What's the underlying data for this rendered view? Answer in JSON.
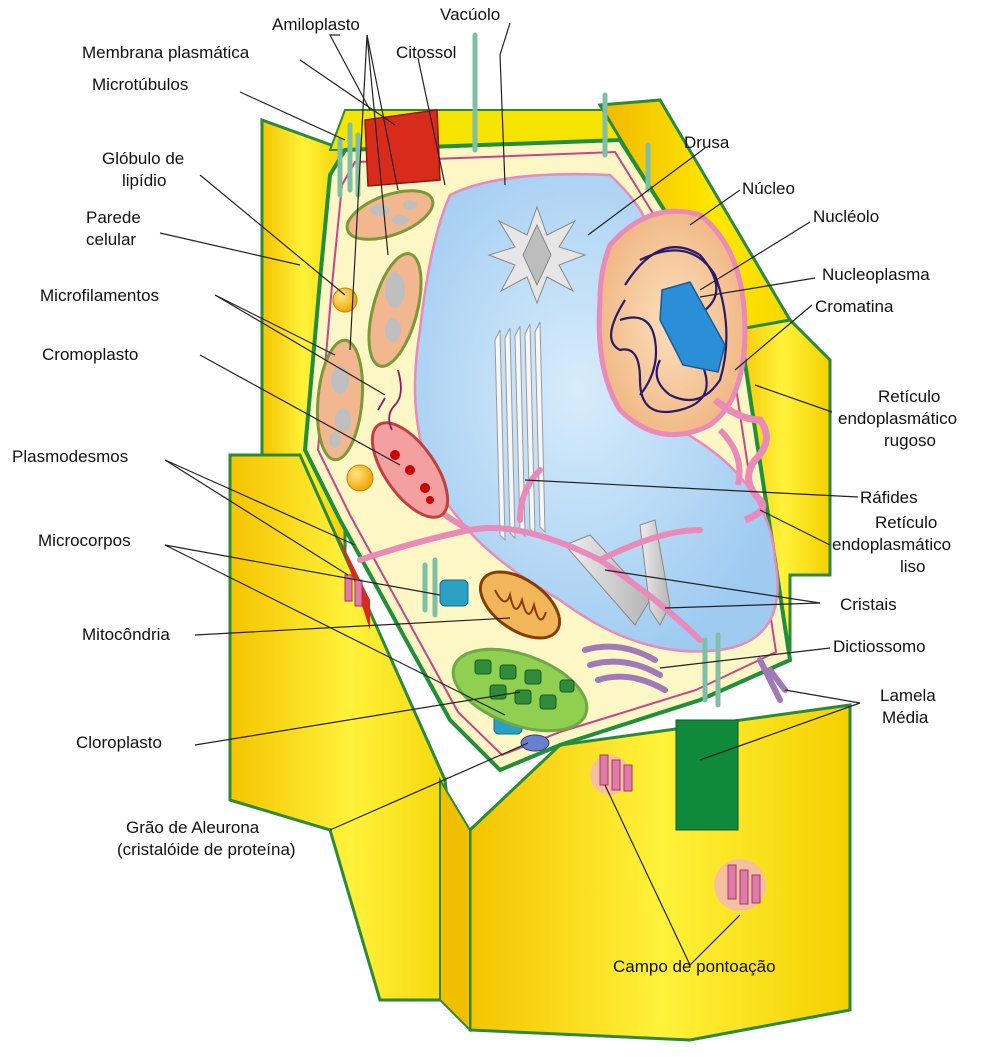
{
  "labels": {
    "amiloplasto": "Amiloplasto",
    "vacuolo": "Vacúolo",
    "membrana": "Membrana plasmática",
    "citossol": "Citossol",
    "microtubulos": "Microtúbulos",
    "globulo_1": "Glóbulo de",
    "globulo_2": "lipídio",
    "parede_1": "Parede",
    "parede_2": "celular",
    "microfilamentos": "Microfilamentos",
    "cromoplasto": "Cromoplasto",
    "plasmodesmos": "Plasmodesmos",
    "microcorpos": "Microcorpos",
    "mitocondria": "Mitocôndria",
    "cloroplasto": "Cloroplasto",
    "aleurona_1": "Grão de Aleurona",
    "aleurona_2": "(cristalóide de proteína)",
    "drusa": "Drusa",
    "nucleo": "Núcleo",
    "nucleolo": "Nucléolo",
    "nucleoplasma": "Nucleoplasma",
    "cromatina": "Cromatina",
    "rer_1": "Retículo",
    "rer_2": "endoplasmático",
    "rer_3": "rugoso",
    "rafides": "Ráfides",
    "rel_1": "Retículo",
    "rel_2": "endoplasmático",
    "rel_3": "liso",
    "cristais": "Cristais",
    "dictiossomo": "Dictiossomo",
    "lamela_1": "Lamela",
    "lamela_2": "Média",
    "campo": "Campo de pontoação"
  },
  "colors": {
    "cell_wall": "#f5e400",
    "wall_edge": "#1f8f3a",
    "cytosol": "#fdf7c6",
    "vacuole": "#b8daf6",
    "nucleus": "#f4c79a",
    "nucleolus": "#2a8fd6",
    "membrane_red": "#d92b1c",
    "middle_lamella": "#0f8a3a",
    "er_pink": "#e98ab8",
    "chloroplast": "#7cc33a",
    "mitochondria": "#e7a93c"
  }
}
